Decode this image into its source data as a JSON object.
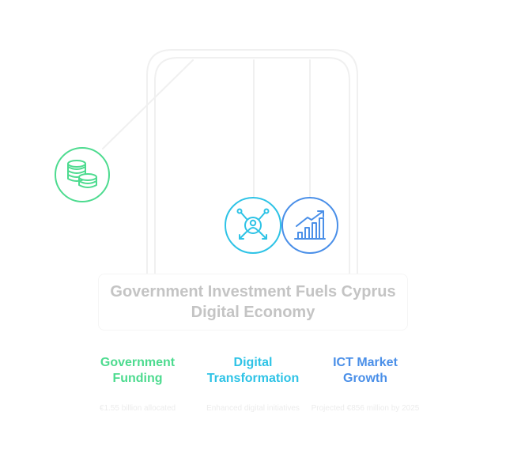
{
  "title": "Government Investment Fuels Cyprus Digital Economy",
  "colors": {
    "funding": "#4ddb8f",
    "transformation": "#2ec3e6",
    "growth": "#4a8fe8",
    "title_text": "#c4c4c4",
    "connector": "#f0f0f0"
  },
  "icons": {
    "funding": "coins-stack-icon",
    "transformation": "person-network-icon",
    "growth": "bar-chart-arrow-icon"
  },
  "columns": [
    {
      "title": "Government Funding",
      "description": "€1.55 billion allocated"
    },
    {
      "title": "Digital Transformation",
      "description": "Enhanced digital initiatives"
    },
    {
      "title": "ICT Market Growth",
      "description": "Projected €856 million by 2025"
    }
  ]
}
